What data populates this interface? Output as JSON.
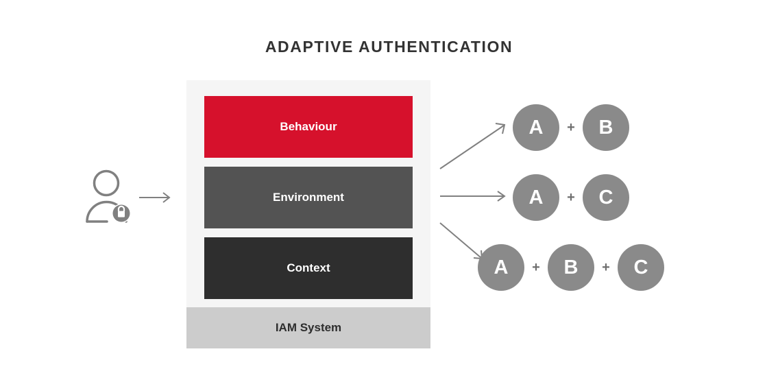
{
  "title": "ADAPTIVE AUTHENTICATION",
  "colors": {
    "behaviour_red": "#d6112c",
    "environment_gray": "#535353",
    "context_dark": "#2e2e2e",
    "iam_band_gray": "#cccccc",
    "panel_bg": "#f5f5f5",
    "circle_gray": "#8a8a8a",
    "stroke_gray": "#808080",
    "title_color": "#333333"
  },
  "actor": {
    "icon": "user-with-lock-icon",
    "arrow": "arrow-right-icon"
  },
  "stack": {
    "layers": [
      {
        "label": "Behaviour",
        "color": "#d6112c",
        "name": "behaviour"
      },
      {
        "label": "Environment",
        "color": "#535353",
        "name": "environment"
      },
      {
        "label": "Context",
        "color": "#2e2e2e",
        "name": "context"
      }
    ],
    "base": {
      "label": "IAM System"
    }
  },
  "flow_arrows": [
    {
      "name": "arrow-up-right-icon",
      "direction": "up-right"
    },
    {
      "name": "arrow-right-icon",
      "direction": "right"
    },
    {
      "name": "arrow-down-right-icon",
      "direction": "down-right"
    }
  ],
  "outcomes": [
    {
      "name": "outcome-a-b",
      "factors": [
        "A",
        "B"
      ],
      "separator": "+"
    },
    {
      "name": "outcome-a-c",
      "factors": [
        "A",
        "C"
      ],
      "separator": "+"
    },
    {
      "name": "outcome-a-b-c",
      "factors": [
        "A",
        "B",
        "C"
      ],
      "separator": "+"
    }
  ]
}
